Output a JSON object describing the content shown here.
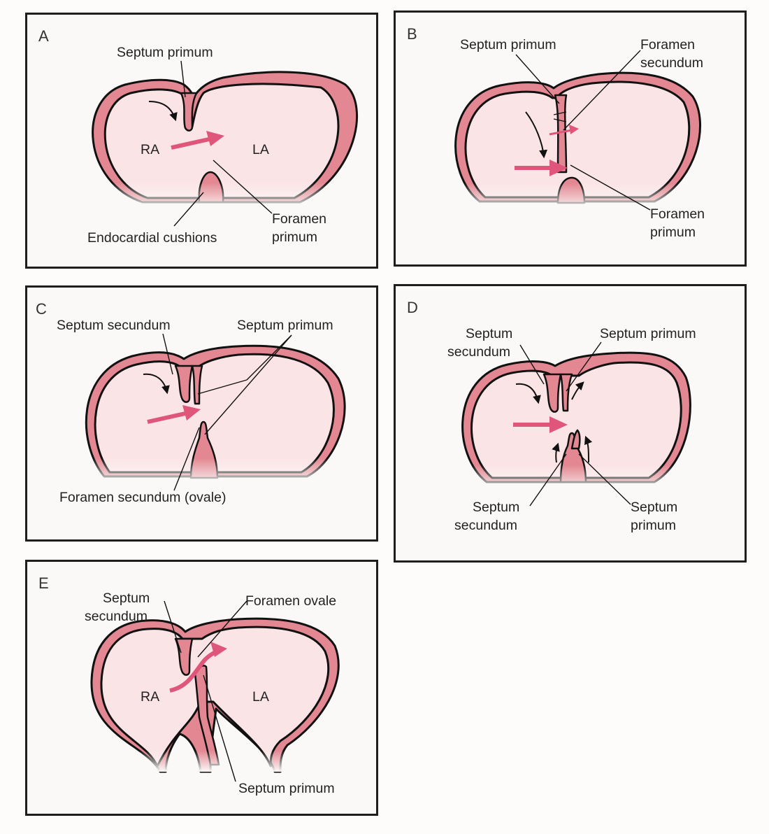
{
  "panels": {
    "a": {
      "letter": "A",
      "septum_primum": "Septum primum",
      "ra": "RA",
      "la": "LA",
      "endocardial_cushions": "Endocardial cushions",
      "foramen_primum_1": "Foramen",
      "foramen_primum_2": "primum"
    },
    "b": {
      "letter": "B",
      "septum_primum": "Septum primum",
      "foramen_secundum_1": "Foramen",
      "foramen_secundum_2": "secundum",
      "foramen_primum_1": "Foramen",
      "foramen_primum_2": "primum"
    },
    "c": {
      "letter": "C",
      "septum_secundum": "Septum secundum",
      "septum_primum": "Septum primum",
      "foramen_secundum_ovale": "Foramen secundum (ovale)"
    },
    "d": {
      "letter": "D",
      "septum_secundum_top_1": "Septum",
      "septum_secundum_top_2": "secundum",
      "septum_primum_top": "Septum primum",
      "septum_secundum_bottom_1": "Septum",
      "septum_secundum_bottom_2": "secundum",
      "septum_primum_bottom_1": "Septum",
      "septum_primum_bottom_2": "primum"
    },
    "e": {
      "letter": "E",
      "septum_secundum_1": "Septum",
      "septum_secundum_2": "secundum",
      "foramen_ovale": "Foramen ovale",
      "ra": "RA",
      "la": "LA",
      "septum_primum": "Septum primum"
    }
  },
  "colors": {
    "wall": "#e38892",
    "chamber": "#fbe4e6",
    "flow_arrow": "#e0567a",
    "outline": "#111111"
  }
}
